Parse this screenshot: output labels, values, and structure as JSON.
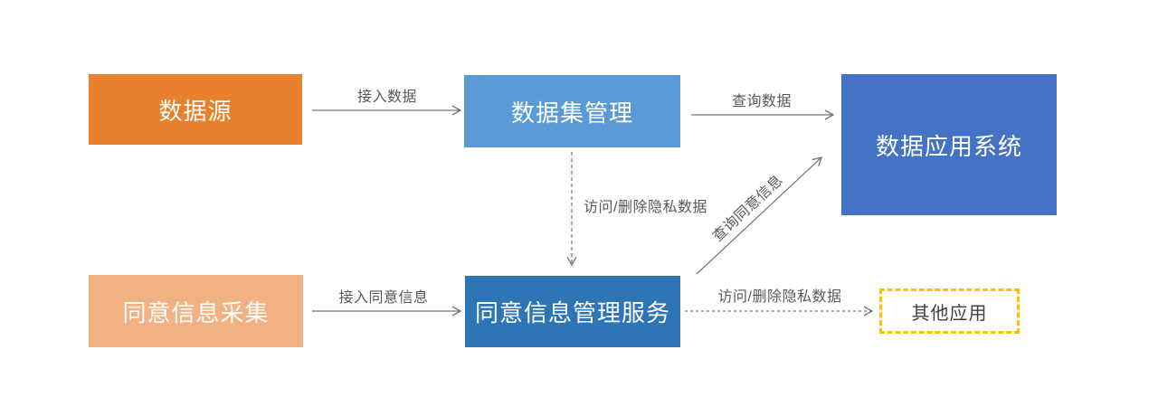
{
  "diagram": {
    "title": "",
    "background": "#FFFFFF",
    "nodes": {
      "data_source": {
        "label": "数据源",
        "color": "#E8812D",
        "text_color": "#FFFFFF"
      },
      "dataset_mgmt": {
        "label": "数据集管理",
        "color": "#5B9BD5",
        "text_color": "#FFFFFF"
      },
      "data_app_system": {
        "label": "数据应用系统",
        "color": "#4472C4",
        "text_color": "#FFFFFF"
      },
      "consent_collection": {
        "label": "同意信息采集",
        "color": "#F1B183",
        "text_color": "#FFFFFF"
      },
      "consent_mgmt_service": {
        "label": "同意信息管理服务",
        "color": "#2E75B6",
        "text_color": "#FFFFFF"
      },
      "other_apps": {
        "label": "其他应用",
        "border_color": "#FFC000",
        "text_color": "#404040"
      }
    },
    "edges": {
      "access_data": {
        "label": "接入数据",
        "style": "solid",
        "from": "data_source",
        "to": "dataset_mgmt"
      },
      "query_data": {
        "label": "查询数据",
        "style": "solid",
        "from": "dataset_mgmt",
        "to": "data_app_system"
      },
      "access_delete_private_data_top": {
        "label": "访问/删除隐私数据",
        "style": "dashed",
        "from": "dataset_mgmt",
        "to": "consent_mgmt_service"
      },
      "access_consent_info": {
        "label": "接入同意信息",
        "style": "solid",
        "from": "consent_collection",
        "to": "consent_mgmt_service"
      },
      "query_consent_info": {
        "label": "查询同意信息",
        "style": "solid",
        "from": "consent_mgmt_service",
        "to": "data_app_system"
      },
      "access_delete_private_data_bottom": {
        "label": "访问/删除隐私数据",
        "style": "dashed",
        "from": "consent_mgmt_service",
        "to": "other_apps"
      }
    },
    "colors": {
      "arrow": "#737373",
      "edge_label": "#595959"
    }
  }
}
